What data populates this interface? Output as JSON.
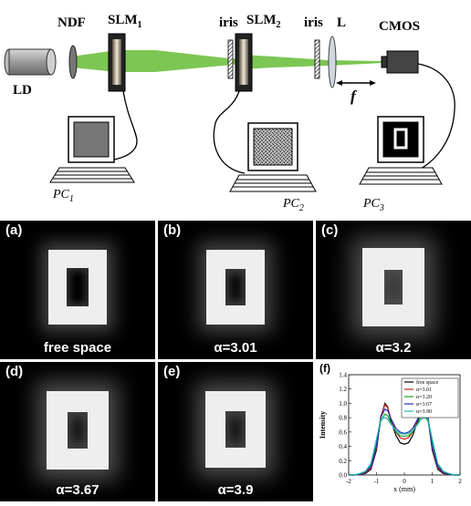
{
  "setup": {
    "labels": {
      "ld": "LD",
      "ndf": "NDF",
      "slm1": "SLM",
      "slm1_sub": "1",
      "slm2": "SLM",
      "slm2_sub": "2",
      "iris1": "iris",
      "iris2": "iris",
      "lens": "L",
      "cmos": "CMOS",
      "focal": "f"
    },
    "computers": [
      {
        "name": "PC",
        "sub": "1"
      },
      {
        "name": "PC",
        "sub": "2"
      },
      {
        "name": "PC",
        "sub": "3"
      }
    ],
    "beam_color": "#6ec040"
  },
  "panels": [
    {
      "tag": "(a)",
      "caption": "free space"
    },
    {
      "tag": "(b)",
      "caption": "α=3.01"
    },
    {
      "tag": "(c)",
      "caption": "α=3.2"
    },
    {
      "tag": "(d)",
      "caption": "α=3.67"
    },
    {
      "tag": "(e)",
      "caption": "α=3.9"
    },
    {
      "tag": "(f)",
      "caption": ""
    }
  ],
  "chart_data": {
    "type": "line",
    "xlabel": "x (mm)",
    "ylabel": "Intensity",
    "xlim": [
      -2,
      2
    ],
    "ylim": [
      0,
      1.4
    ],
    "xticks": [
      "-2",
      "-1",
      "0",
      "1",
      "2"
    ],
    "yticks": [
      "0.0",
      "0.2",
      "0.4",
      "0.6",
      "0.8",
      "1.0",
      "1.2",
      "1.4"
    ],
    "x": [
      -2.0,
      -1.8,
      -1.6,
      -1.4,
      -1.2,
      -1.0,
      -0.85,
      -0.7,
      -0.6,
      -0.5,
      -0.3,
      -0.15,
      0.0,
      0.15,
      0.3,
      0.5,
      0.6,
      0.7,
      0.85,
      1.0,
      1.2,
      1.4,
      1.6,
      1.8,
      2.0
    ],
    "series": [
      {
        "name": "free space",
        "color": "#000000",
        "values": [
          0.0,
          0.0,
          0.01,
          0.02,
          0.08,
          0.35,
          0.8,
          1.0,
          0.95,
          0.78,
          0.55,
          0.45,
          0.43,
          0.45,
          0.55,
          0.78,
          0.95,
          1.0,
          0.8,
          0.35,
          0.08,
          0.02,
          0.01,
          0.0,
          0.0
        ]
      },
      {
        "name": "α=3.01",
        "color": "#c02020",
        "values": [
          0.0,
          0.0,
          0.01,
          0.03,
          0.1,
          0.38,
          0.82,
          0.98,
          0.94,
          0.8,
          0.6,
          0.52,
          0.5,
          0.52,
          0.6,
          0.8,
          0.94,
          0.98,
          0.82,
          0.38,
          0.1,
          0.03,
          0.01,
          0.0,
          0.0
        ]
      },
      {
        "name": "α=3.20",
        "color": "#20a020",
        "values": [
          0.0,
          0.0,
          0.02,
          0.05,
          0.15,
          0.45,
          0.75,
          0.85,
          0.83,
          0.74,
          0.6,
          0.55,
          0.54,
          0.55,
          0.6,
          0.74,
          0.83,
          0.85,
          0.75,
          0.45,
          0.15,
          0.05,
          0.02,
          0.0,
          0.0
        ]
      },
      {
        "name": "α=3.67",
        "color": "#2030c0",
        "values": [
          0.0,
          0.0,
          0.01,
          0.04,
          0.12,
          0.4,
          0.8,
          0.92,
          0.9,
          0.8,
          0.65,
          0.6,
          0.58,
          0.6,
          0.65,
          0.8,
          0.9,
          0.92,
          0.8,
          0.4,
          0.12,
          0.04,
          0.01,
          0.0,
          0.0
        ]
      },
      {
        "name": "α=3.90",
        "color": "#20b0b0",
        "values": [
          0.0,
          0.0,
          0.02,
          0.05,
          0.16,
          0.5,
          0.78,
          0.8,
          0.78,
          0.72,
          0.62,
          0.58,
          0.57,
          0.58,
          0.62,
          0.72,
          0.78,
          0.8,
          0.78,
          0.5,
          0.16,
          0.05,
          0.02,
          0.0,
          0.0
        ]
      }
    ]
  }
}
